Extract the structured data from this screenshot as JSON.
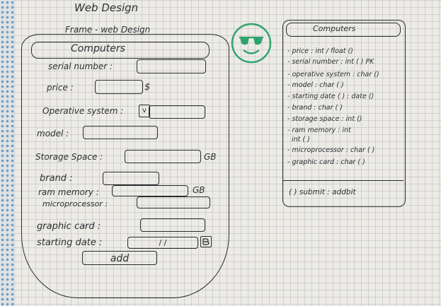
{
  "page": {
    "title": "Web Design",
    "frame_title": "Frame - web Design"
  },
  "form": {
    "header": "Computers",
    "fields": {
      "serial_number": "serial number :",
      "price": "price :",
      "price_unit": "$",
      "operative_system": "Operative system :",
      "operative_system_dropdown": "v",
      "model": "model :",
      "storage_space": "Storage Space :",
      "storage_unit": "GB",
      "brand": "brand :",
      "ram_memory": "ram memory :",
      "ram_unit": "GB",
      "microprocessor": "microprocessor :",
      "graphic_card": "graphic card :",
      "starting_date": "starting date :",
      "starting_date_value": "/   /",
      "calendar_icon": "calendar-icon"
    },
    "add_button": "add"
  },
  "class_panel": {
    "header": "Computers",
    "attributes": [
      "- price : int / float ()",
      "- serial number : int ( ) PK",
      "- operative system : char ()",
      "- model : char ( )",
      "- starting date ( ) : date ()",
      "- brand : char ( )",
      "- storage space : int ()",
      "- ram memory : int",
      "int ( )",
      "- microprocessor : char ( )",
      "- graphic card : char ( )"
    ],
    "method": "( ) submit : addbit"
  },
  "colors": {
    "ink": "#2b2b30",
    "smiley_green": "#2ea36b",
    "paper": "#ecebe6"
  }
}
